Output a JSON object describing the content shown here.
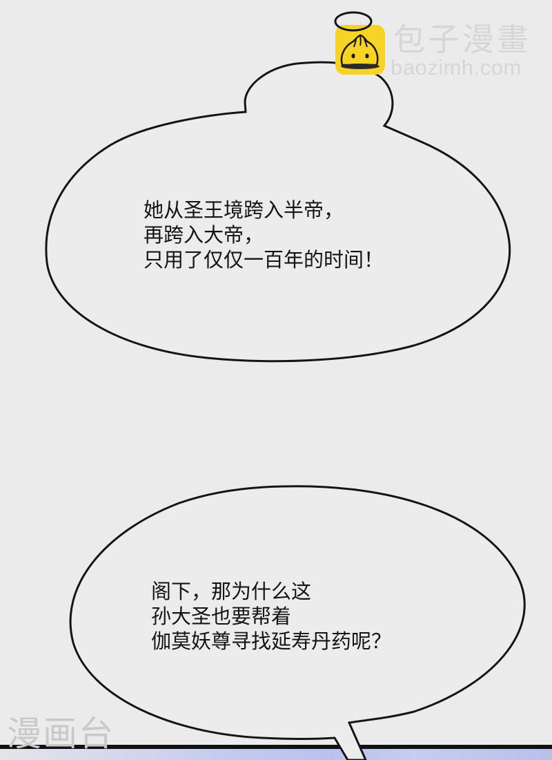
{
  "page": {
    "background": "#ebebeb"
  },
  "watermark_top": {
    "icon": "steamed-bun-mascot-icon",
    "title": "包子漫畫",
    "url": "baozimh.com",
    "logo_color": "#f7d325",
    "text_color": "#d6d6d6"
  },
  "bubbles": [
    {
      "lines": [
        "她从圣王境跨入半帝，",
        "再跨入大帝，",
        "只用了仅仅一百年的时间！"
      ]
    },
    {
      "lines": [
        "阁下，那为什么这",
        "孙大圣也要帮着",
        "伽莫妖尊寻找延寿丹药呢？"
      ]
    }
  ],
  "watermark_bottom": {
    "text": "漫画台"
  },
  "next_panel": {
    "border_color": "#111111",
    "sky_color": "#c2c8ee"
  }
}
